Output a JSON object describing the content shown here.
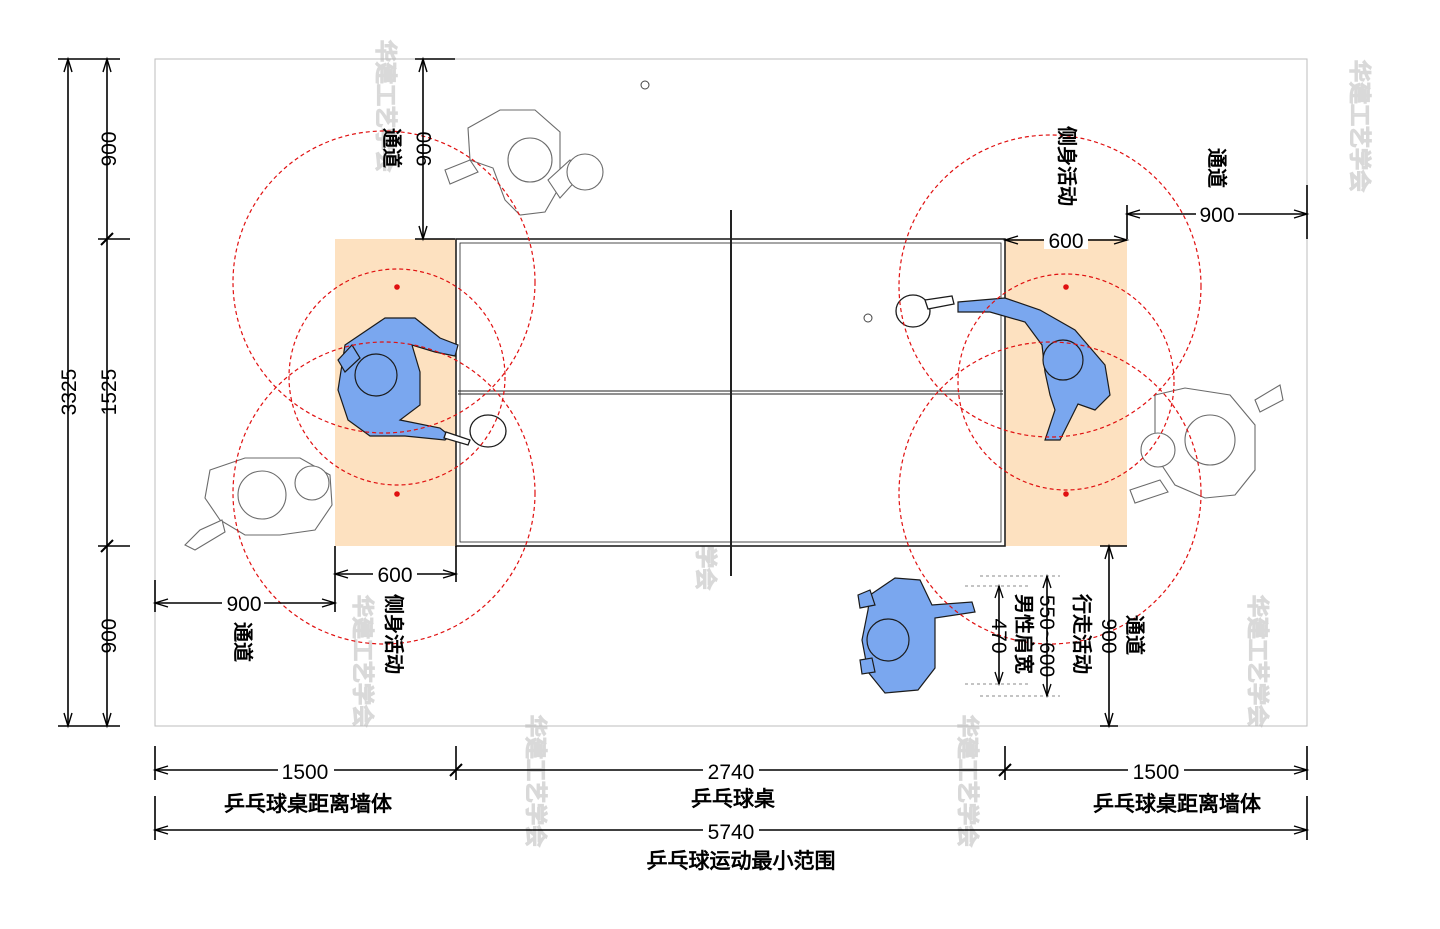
{
  "dimensions": {
    "top_pass_v": "900",
    "top_pass_v_inner": "900",
    "middle_v": "1525",
    "bottom_pass_v": "900",
    "total_v": "3325",
    "left_pass_h": "900",
    "left_side_h": "600",
    "right_pass_h": "900",
    "right_side_h": "600",
    "right_pass_v": "900",
    "shoulder": "470",
    "walk": "550~600",
    "bottom_left": "1500",
    "bottom_mid": "2740",
    "bottom_right": "1500",
    "bottom_total": "5740"
  },
  "labels": {
    "passage": "通道",
    "side_move": "侧身活动",
    "shoulder_width": "男性肩宽",
    "walking": "行走活动",
    "table_to_wall": "乒乓球桌距离墙体",
    "table": "乒乓球桌",
    "min_range": "乒乓球运动最小范围"
  },
  "watermark": "华建工艺学会",
  "colors": {
    "zone": "#fde1c0",
    "player": "#7aa7ef",
    "circle": "#e01010"
  }
}
